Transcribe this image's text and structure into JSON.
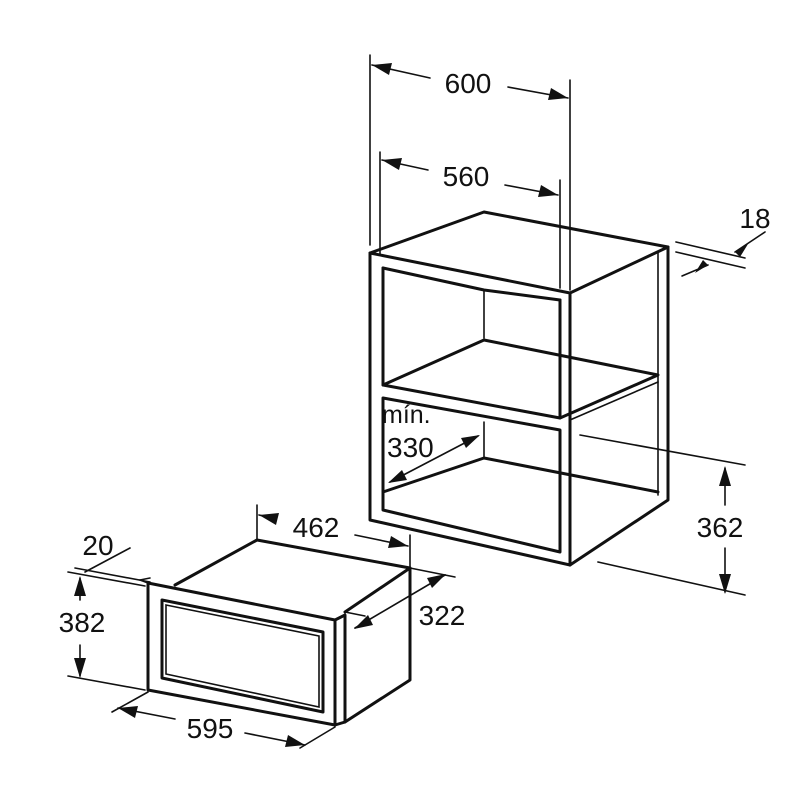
{
  "colors": {
    "ink": "#111111",
    "background": "#ffffff"
  },
  "cabinet": {
    "outer_width": "600",
    "inner_width": "560",
    "panel_thickness": "18",
    "min_label": "mín.",
    "min_height": "330",
    "niche_height": "362"
  },
  "appliance": {
    "front_thickness": "20",
    "height": "382",
    "body_width": "462",
    "depth": "322",
    "front_width": "595"
  }
}
